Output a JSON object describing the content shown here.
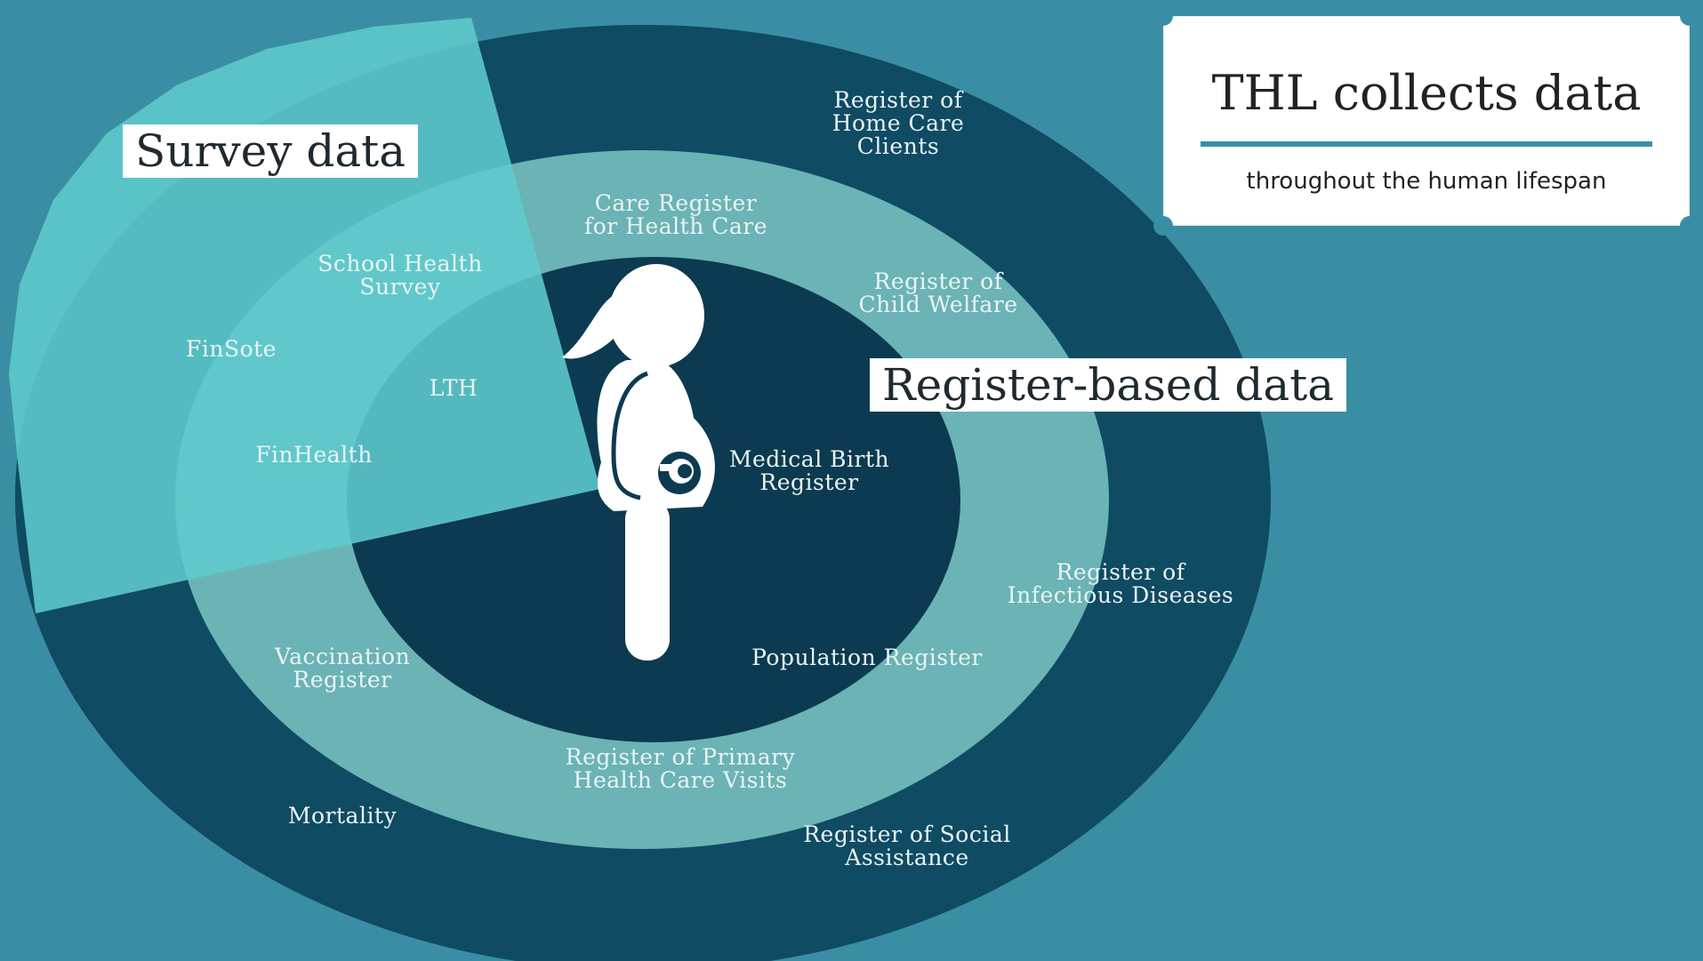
{
  "title_card": {
    "title": "THL collects data",
    "subtitle": "throughout the human lifespan"
  },
  "tags": {
    "survey": "Survey data",
    "register": "Register-based data"
  },
  "survey_labels": {
    "school_health_survey": "School Health\nSurvey",
    "finsote": "FinSote",
    "lth": "LTH",
    "finhealth": "FinHealth"
  },
  "register_labels": {
    "home_care": "Register of\nHome Care\nClients",
    "care_register": "Care Register\nfor Health Care",
    "child_welfare": "Register of\nChild Welfare",
    "medical_birth": "Medical Birth\nRegister",
    "infectious": "Register of\nInfectious Diseases",
    "vaccination": "Vaccination\nRegister",
    "population": "Population Register",
    "primary_care": "Register of Primary\nHealth Care Visits",
    "mortality": "Mortality",
    "social_assistance": "Register of Social\nAssistance"
  },
  "colors": {
    "background": "#3a8ea3",
    "outer_ring": "#0f4b63",
    "middle_ring": "#6bb3b5",
    "inner_circle": "#0c3a50",
    "survey_wedge": "#5ecbcd",
    "figure": "#ffffff"
  }
}
